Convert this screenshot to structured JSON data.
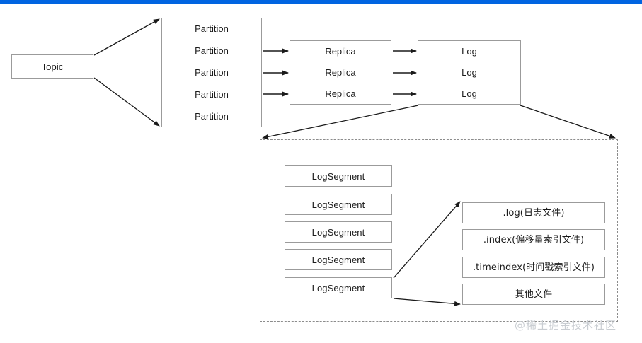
{
  "page": {
    "title": "Kafka Topic Storage Structure Diagram",
    "background": "#ffffff",
    "accent_bar_color": "#0064e1",
    "box_border_color": "#9b9b9b",
    "dashed_border_color": "#8c8c8c",
    "arrow_color": "#1a1a1a",
    "text_color": "#1a1a1a"
  },
  "topic": {
    "label": "Topic"
  },
  "partitions": {
    "items": [
      {
        "label": "Partition"
      },
      {
        "label": "Partition"
      },
      {
        "label": "Partition"
      },
      {
        "label": "Partition"
      },
      {
        "label": "Partition"
      }
    ]
  },
  "replicas": {
    "items": [
      {
        "label": "Replica"
      },
      {
        "label": "Replica"
      },
      {
        "label": "Replica"
      }
    ]
  },
  "logs": {
    "items": [
      {
        "label": "Log"
      },
      {
        "label": "Log"
      },
      {
        "label": "Log"
      }
    ]
  },
  "log_segments": {
    "items": [
      {
        "label": "LogSegment"
      },
      {
        "label": "LogSegment"
      },
      {
        "label": "LogSegment"
      },
      {
        "label": "LogSegment"
      },
      {
        "label": "LogSegment"
      }
    ]
  },
  "segment_files": {
    "items": [
      {
        "label": ".log(日志文件)"
      },
      {
        "label": ".index(偏移量索引文件)"
      },
      {
        "label": ".timeindex(时间戳索引文件)"
      },
      {
        "label": "其他文件"
      }
    ]
  },
  "watermark": {
    "label": "@稀土掘金技术社区"
  }
}
